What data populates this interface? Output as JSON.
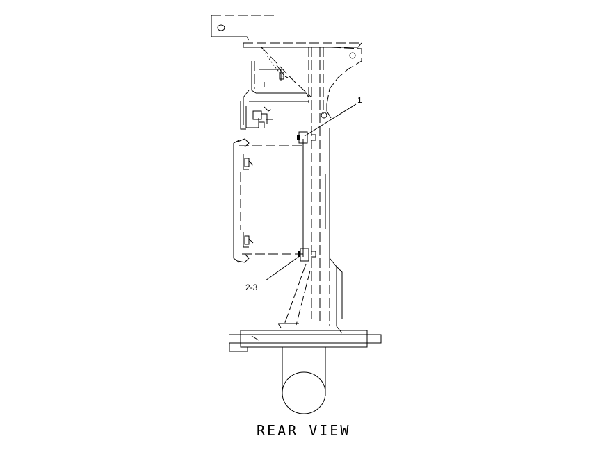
{
  "callouts": {
    "item_1": "1",
    "item_2_3": "2-3"
  },
  "view_title": "REAR VIEW",
  "colors": {
    "line": "#000000",
    "background": "#ffffff"
  }
}
